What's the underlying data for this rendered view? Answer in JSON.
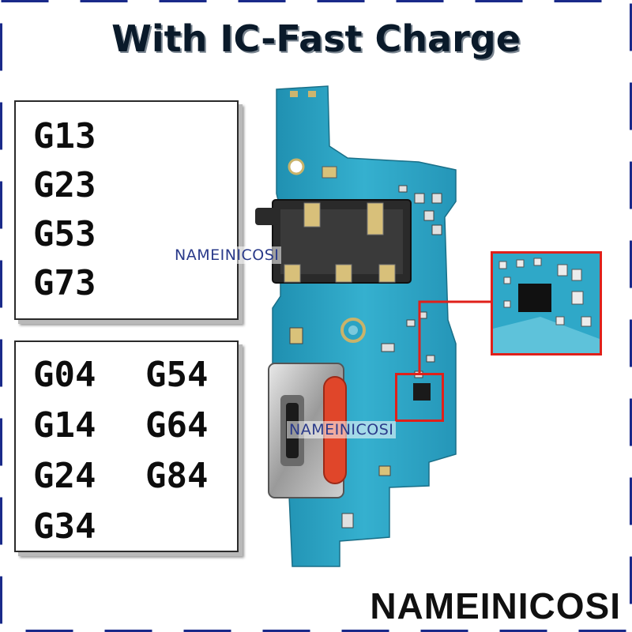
{
  "title": "With IC-Fast Charge",
  "models_group_1": [
    "G13",
    "G23",
    "G53",
    "G73"
  ],
  "models_group_2": [
    "G04",
    "G54",
    "G14",
    "G64",
    "G24",
    "G84",
    "G34"
  ],
  "watermark": "NAMEINICOSI",
  "brand": "NAMEINICOSI",
  "colors": {
    "pcb": "#2aa3c4",
    "highlight": "#e0201a",
    "border_frame": "#1a2a8a"
  },
  "icons": {
    "board": "charging-port-board-image",
    "chip": "charging-ic-chip"
  }
}
